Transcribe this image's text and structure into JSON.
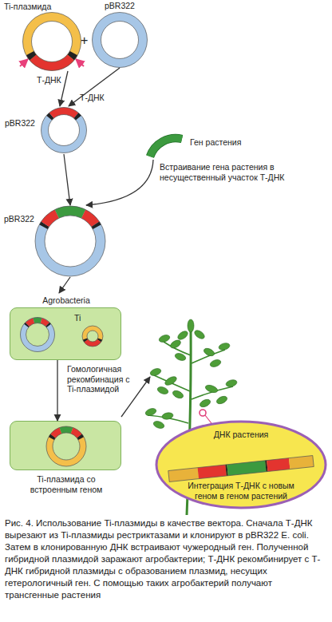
{
  "diagram": {
    "caption": "Рис. 4. Использование Ti-плазмиды в качестве вектора. Сначала Т-ДНК вырезают из Ti-плазмиды рестриктазами и клонируют в pBR322 E. coli. Затем в клонированную ДНК встраивают чужеродный ген. Полученной гибридной плазмидой заражают агробактерии; Т-ДНК рекомбинирует с Т-ДНК гибридной плазмиды с образованием плазмид, несущих гетерологичный ген. С помощью таких агробактерий получают трансгенные растения",
    "nodes": [
      {
        "text": [
          "Ti-плазмида",
          "Т-ДНК"
        ]
      },
      {
        "text": [
          "pBR322"
        ]
      },
      {
        "text": [
          "Т-ДНК",
          "pBR322"
        ]
      },
      {
        "text": [
          "Ген растения"
        ]
      },
      {
        "text": [
          "pBR322"
        ]
      },
      {
        "text": [
          "Agrobacteria"
        ]
      },
      {
        "text": [
          "Ti"
        ],
        "in": 5
      },
      {
        "text": [
          "Ti-плазмида со встроенным геном"
        ]
      },
      {
        "text": [
          "ДНК растения",
          "Интеграция Т-ДНК с новым геном в геном растений"
        ]
      }
    ],
    "edges": [
      {
        "from": 0,
        "to": 2,
        "arrow": "to"
      },
      {
        "from": 1,
        "to": 2,
        "arrow": "to"
      },
      {
        "from": 2,
        "to": 4,
        "arrow": "to"
      },
      {
        "from": 3,
        "to": 4,
        "arrow": "to",
        "label": "Встраивание гена растения в несущественный участок Т-ДНК"
      },
      {
        "from": 4,
        "to": 5,
        "arrow": "to"
      },
      {
        "from": 5,
        "to": 7,
        "arrow": "to",
        "label": "Гомологичная рекомбинация с Ti-плазмидой"
      }
    ],
    "labels": [
      "+"
    ]
  }
}
